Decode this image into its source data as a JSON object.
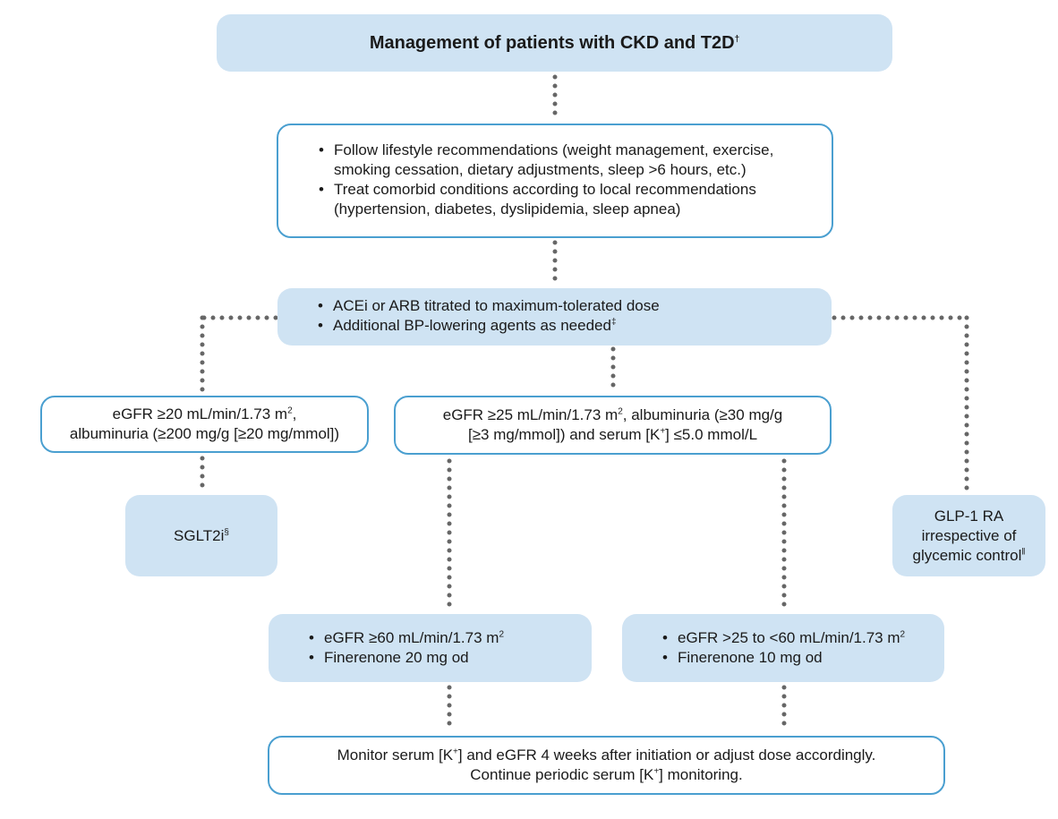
{
  "colors": {
    "filled_box": "#cfe3f3",
    "outline": "#4a9fd0",
    "dots": "#666666"
  },
  "title": {
    "text": "Management of patients with CKD and T2D",
    "sup": "†"
  },
  "lifestyle": {
    "items": [
      "Follow lifestyle recommendations (weight management, exercise, smoking cessation, dietary adjustments, sleep >6 hours, etc.)",
      "Treat comorbid conditions according to local recommendations (hypertension, diabetes, dyslipidemia, sleep apnea)"
    ]
  },
  "acei": {
    "item1": "ACEi or ARB titrated to maximum-tolerated dose",
    "item2": "Additional BP-lowering agents as needed",
    "item2_sup": "‡"
  },
  "egfr20": {
    "pre": "eGFR ≥20 mL/min/1.73 m",
    "sup": "2",
    "post": ",",
    "line2": "albuminuria (≥200 mg/g [≥20 mg/mmol])"
  },
  "egfr25": {
    "pre": "eGFR ≥25 mL/min/1.73 m",
    "sup": "2",
    "post": ", albuminuria (≥30 mg/g",
    "line2_pre": "[≥3 mg/mmol]) and serum [K",
    "line2_sup": "+",
    "line2_post": "] ≤5.0 mmol/L"
  },
  "sglt2": {
    "text": "SGLT2i",
    "sup": "§"
  },
  "glp1": {
    "line1": "GLP-1 RA",
    "line2": "irrespective of",
    "line3": "glycemic control",
    "sup": "ǁ"
  },
  "fine20": {
    "egfr_pre": "eGFR ≥60 mL/min/1.73 m",
    "egfr_sup": "2",
    "dose": "Finerenone 20 mg od"
  },
  "fine10": {
    "egfr_pre": "eGFR >25 to <60 mL/min/1.73 m",
    "egfr_sup": "2",
    "dose": "Finerenone 10 mg od"
  },
  "monitor": {
    "line1_pre": "Monitor serum [K",
    "line1_sup": "+",
    "line1_post": "] and eGFR 4 weeks after initiation or adjust dose accordingly.",
    "line2_pre": "Continue periodic serum [K",
    "line2_sup": "+",
    "line2_post": "] monitoring."
  }
}
